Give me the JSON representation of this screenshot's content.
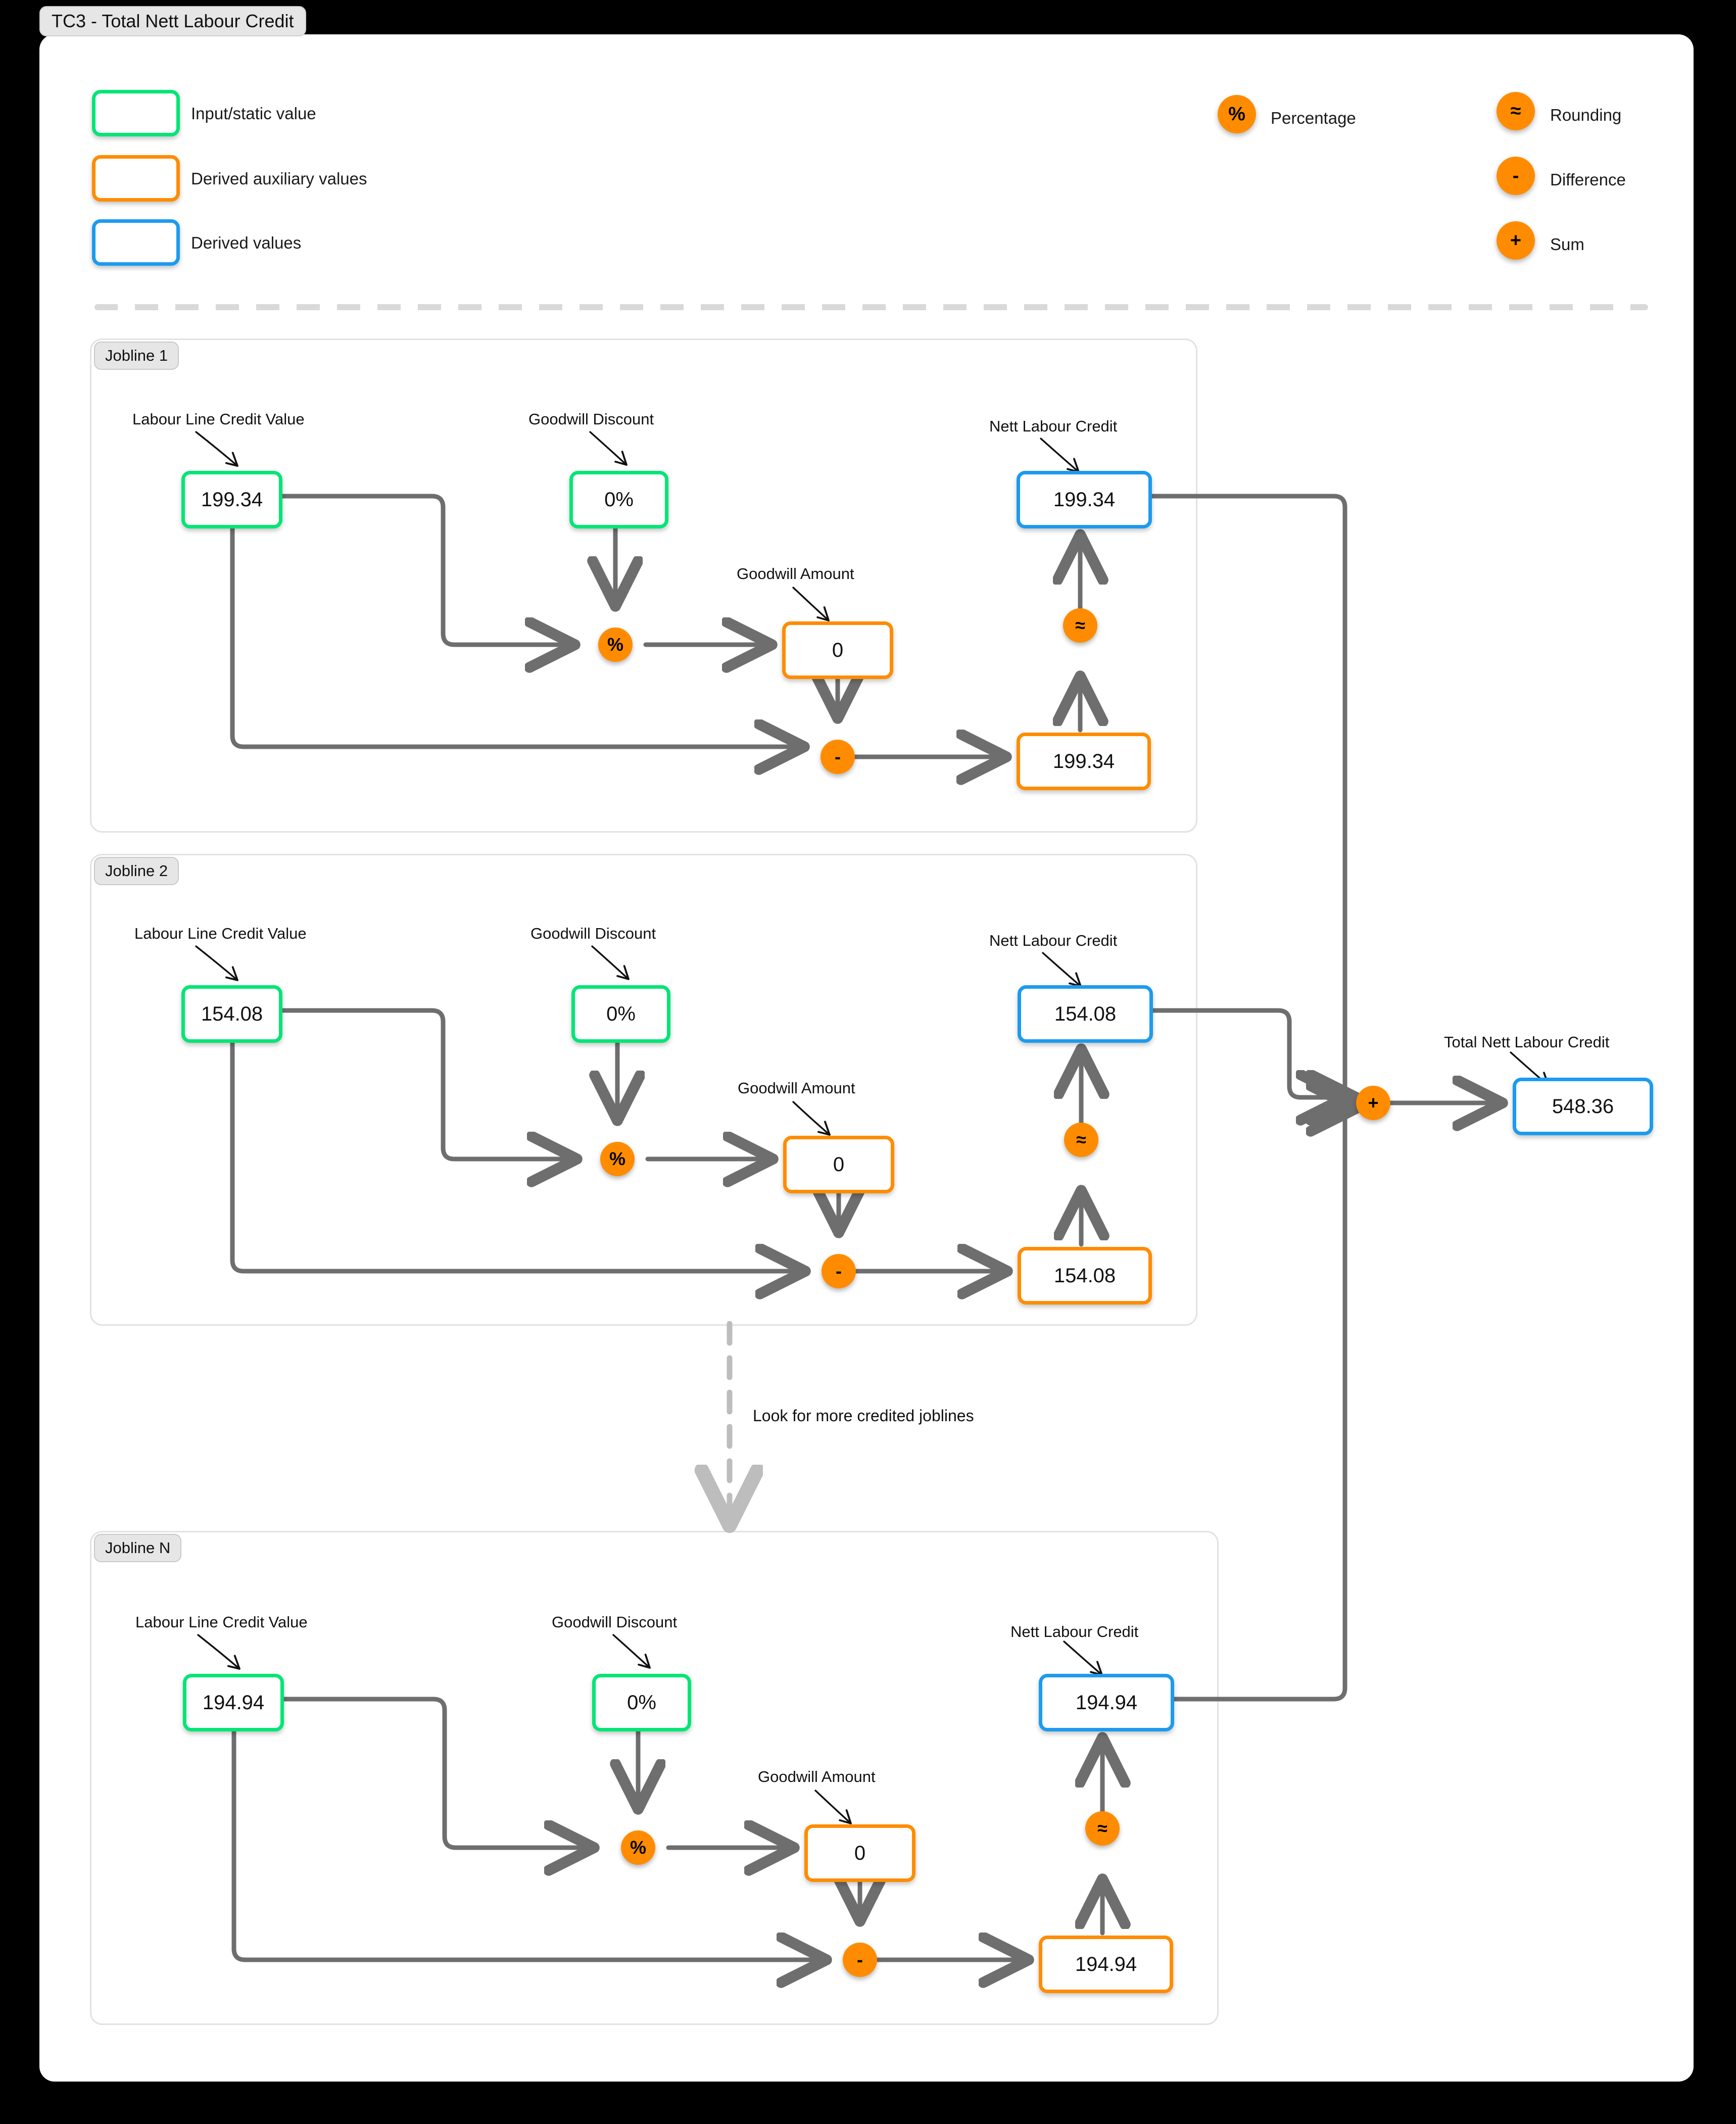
{
  "diagram": {
    "title": "TC3 - Total Nett Labour Credit"
  },
  "legend": {
    "boxes": [
      {
        "label": "Input/static value",
        "color": "#00E676"
      },
      {
        "label": "Derived auxiliary values",
        "color": "#FF8C00"
      },
      {
        "label": "Derived values",
        "color": "#1C9BEF"
      }
    ],
    "operators": [
      {
        "glyph": "%",
        "label": "Percentage",
        "icon": "percentage-icon"
      },
      {
        "glyph": "≈",
        "label": "Rounding",
        "icon": "rounding-icon"
      },
      {
        "glyph": "-",
        "label": "Difference",
        "icon": "difference-icon"
      },
      {
        "glyph": "+",
        "label": "Sum",
        "icon": "sum-icon"
      }
    ]
  },
  "captions": {
    "labour_line_credit_value": "Labour Line Credit Value",
    "goodwill_discount": "Goodwill Discount",
    "goodwill_amount": "Goodwill Amount",
    "nett_labour_credit": "Nett Labour Credit",
    "total_nett_labour_credit": "Total Nett Labour Credit"
  },
  "operators": {
    "percentage": "%",
    "rounding": "≈",
    "difference": "-",
    "sum": "+"
  },
  "joblines": [
    {
      "tag": "Jobline 1",
      "labour_line_credit_value": "199.34",
      "goodwill_discount": "0%",
      "goodwill_amount": "0",
      "unrounded_nett": "199.34",
      "nett_labour_credit": "199.34"
    },
    {
      "tag": "Jobline 2",
      "labour_line_credit_value": "154.08",
      "goodwill_discount": "0%",
      "goodwill_amount": "0",
      "unrounded_nett": "154.08",
      "nett_labour_credit": "154.08"
    },
    {
      "tag": "Jobline N",
      "labour_line_credit_value": "194.94",
      "goodwill_discount": "0%",
      "goodwill_amount": "0",
      "unrounded_nett": "194.94",
      "nett_labour_credit": "194.94"
    }
  ],
  "flow_note": "Look for more credited joblines",
  "total": {
    "label": "Total Nett Labour Credit",
    "value": "548.36"
  },
  "colors": {
    "input_static": "#00E676",
    "derived_auxiliary": "#FF8C00",
    "derived": "#1C9BEF",
    "operator": "#FF8C00",
    "wire": "#6e6e6e",
    "dashed": "#bdbdbd"
  }
}
